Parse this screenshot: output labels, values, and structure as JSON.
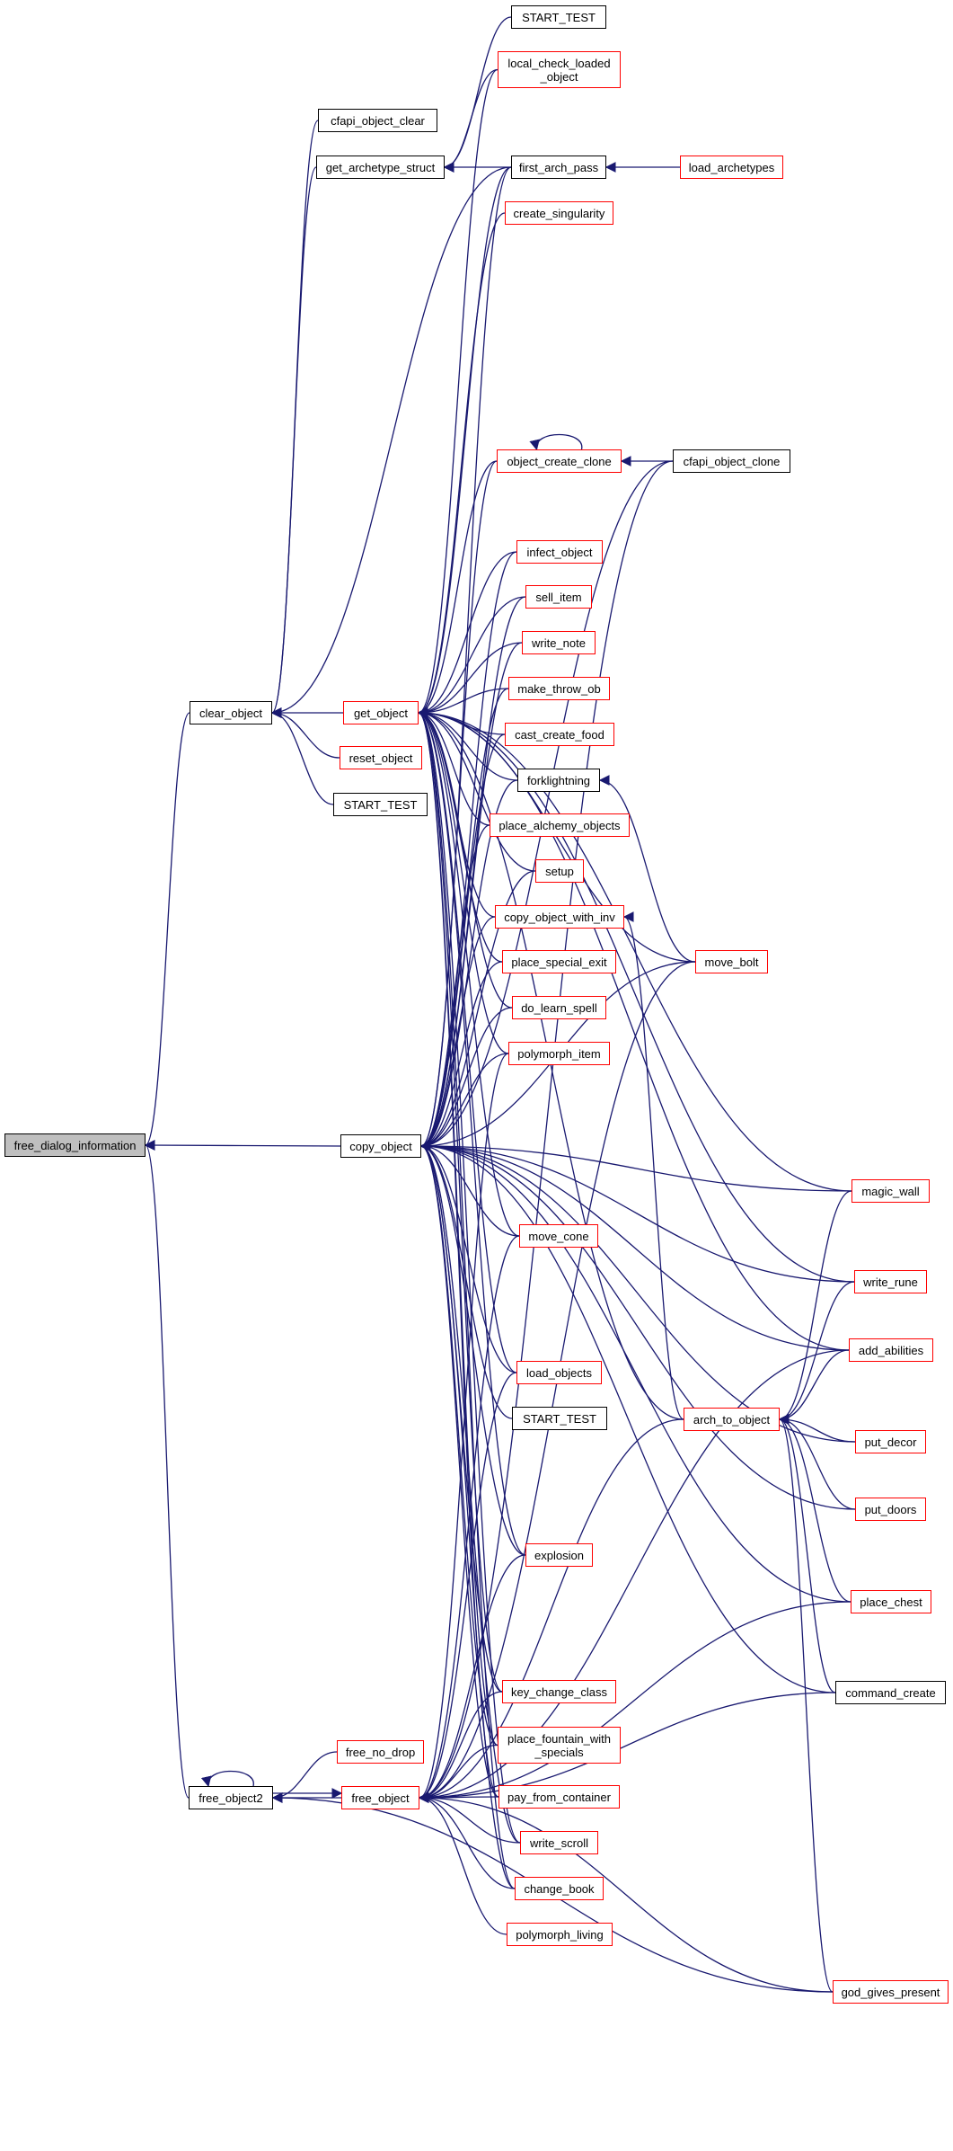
{
  "graph": {
    "type": "call-graph",
    "edge_color": "#191970",
    "colors": {
      "documented_border": "#000000",
      "undocumented_border": "#ff0000",
      "focus_fill": "#bfbfbf"
    },
    "nodes": [
      {
        "id": "free_dialog_information",
        "label": "free_dialog_information",
        "style": "focus"
      },
      {
        "id": "clear_object",
        "label": "clear_object",
        "style": "black"
      },
      {
        "id": "copy_object",
        "label": "copy_object",
        "style": "black"
      },
      {
        "id": "free_object2",
        "label": "free_object2",
        "style": "black"
      },
      {
        "id": "cfapi_object_clear",
        "label": "cfapi_object_clear",
        "style": "black"
      },
      {
        "id": "get_archetype_struct",
        "label": "get_archetype_struct",
        "style": "black"
      },
      {
        "id": "get_object",
        "label": "get_object",
        "style": "red"
      },
      {
        "id": "reset_object",
        "label": "reset_object",
        "style": "red"
      },
      {
        "id": "start_test_1",
        "label": "START_TEST",
        "style": "black"
      },
      {
        "id": "free_no_drop",
        "label": "free_no_drop",
        "style": "red"
      },
      {
        "id": "free_object",
        "label": "free_object",
        "style": "red"
      },
      {
        "id": "start_test_0",
        "label": "START_TEST",
        "style": "black"
      },
      {
        "id": "local_check_loaded_object",
        "label": "local_check_loaded\n_object",
        "style": "red"
      },
      {
        "id": "first_arch_pass",
        "label": "first_arch_pass",
        "style": "black"
      },
      {
        "id": "create_singularity",
        "label": "create_singularity",
        "style": "red"
      },
      {
        "id": "object_create_clone",
        "label": "object_create_clone",
        "style": "red"
      },
      {
        "id": "infect_object",
        "label": "infect_object",
        "style": "red"
      },
      {
        "id": "sell_item",
        "label": "sell_item",
        "style": "red"
      },
      {
        "id": "write_note",
        "label": "write_note",
        "style": "red"
      },
      {
        "id": "make_throw_ob",
        "label": "make_throw_ob",
        "style": "red"
      },
      {
        "id": "cast_create_food",
        "label": "cast_create_food",
        "style": "red"
      },
      {
        "id": "forklightning",
        "label": "forklightning",
        "style": "black"
      },
      {
        "id": "place_alchemy_objects",
        "label": "place_alchemy_objects",
        "style": "red"
      },
      {
        "id": "setup",
        "label": "setup",
        "style": "red"
      },
      {
        "id": "copy_object_with_inv",
        "label": "copy_object_with_inv",
        "style": "red"
      },
      {
        "id": "place_special_exit",
        "label": "place_special_exit",
        "style": "red"
      },
      {
        "id": "do_learn_spell",
        "label": "do_learn_spell",
        "style": "red"
      },
      {
        "id": "polymorph_item",
        "label": "polymorph_item",
        "style": "red"
      },
      {
        "id": "move_cone",
        "label": "move_cone",
        "style": "red"
      },
      {
        "id": "load_objects",
        "label": "load_objects",
        "style": "red"
      },
      {
        "id": "start_test_2",
        "label": "START_TEST",
        "style": "black"
      },
      {
        "id": "explosion",
        "label": "explosion",
        "style": "red"
      },
      {
        "id": "key_change_class",
        "label": "key_change_class",
        "style": "red"
      },
      {
        "id": "place_fountain_with_specials",
        "label": "place_fountain_with\n_specials",
        "style": "red"
      },
      {
        "id": "pay_from_container",
        "label": "pay_from_container",
        "style": "red"
      },
      {
        "id": "write_scroll",
        "label": "write_scroll",
        "style": "red"
      },
      {
        "id": "change_book",
        "label": "change_book",
        "style": "red"
      },
      {
        "id": "polymorph_living",
        "label": "polymorph_living",
        "style": "red"
      },
      {
        "id": "load_archetypes",
        "label": "load_archetypes",
        "style": "red"
      },
      {
        "id": "cfapi_object_clone",
        "label": "cfapi_object_clone",
        "style": "black"
      },
      {
        "id": "move_bolt",
        "label": "move_bolt",
        "style": "red"
      },
      {
        "id": "arch_to_object",
        "label": "arch_to_object",
        "style": "red"
      },
      {
        "id": "magic_wall",
        "label": "magic_wall",
        "style": "red"
      },
      {
        "id": "write_rune",
        "label": "write_rune",
        "style": "red"
      },
      {
        "id": "add_abilities",
        "label": "add_abilities",
        "style": "red"
      },
      {
        "id": "put_decor",
        "label": "put_decor",
        "style": "red"
      },
      {
        "id": "put_doors",
        "label": "put_doors",
        "style": "red"
      },
      {
        "id": "place_chest",
        "label": "place_chest",
        "style": "red"
      },
      {
        "id": "command_create",
        "label": "command_create",
        "style": "black"
      },
      {
        "id": "god_gives_present",
        "label": "god_gives_present",
        "style": "red"
      }
    ],
    "edges": [
      [
        "clear_object",
        "free_dialog_information"
      ],
      [
        "copy_object",
        "free_dialog_information"
      ],
      [
        "free_object2",
        "free_dialog_information"
      ],
      [
        "cfapi_object_clear",
        "clear_object"
      ],
      [
        "get_archetype_struct",
        "clear_object"
      ],
      [
        "get_object",
        "clear_object"
      ],
      [
        "reset_object",
        "clear_object"
      ],
      [
        "start_test_1",
        "clear_object"
      ],
      [
        "first_arch_pass",
        "clear_object"
      ],
      [
        "start_test_0",
        "get_archetype_struct"
      ],
      [
        "local_check_loaded_object",
        "get_archetype_struct"
      ],
      [
        "first_arch_pass",
        "get_archetype_struct"
      ],
      [
        "load_archetypes",
        "first_arch_pass"
      ],
      [
        "local_check_loaded_object",
        "get_object"
      ],
      [
        "first_arch_pass",
        "get_object"
      ],
      [
        "create_singularity",
        "get_object"
      ],
      [
        "object_create_clone",
        "get_object"
      ],
      [
        "infect_object",
        "get_object"
      ],
      [
        "sell_item",
        "get_object"
      ],
      [
        "write_note",
        "get_object"
      ],
      [
        "make_throw_ob",
        "get_object"
      ],
      [
        "cast_create_food",
        "get_object"
      ],
      [
        "forklightning",
        "get_object"
      ],
      [
        "place_alchemy_objects",
        "get_object"
      ],
      [
        "setup",
        "get_object"
      ],
      [
        "copy_object_with_inv",
        "get_object"
      ],
      [
        "place_special_exit",
        "get_object"
      ],
      [
        "do_learn_spell",
        "get_object"
      ],
      [
        "polymorph_item",
        "get_object"
      ],
      [
        "move_cone",
        "get_object"
      ],
      [
        "load_objects",
        "get_object"
      ],
      [
        "explosion",
        "get_object"
      ],
      [
        "key_change_class",
        "get_object"
      ],
      [
        "place_fountain_with_specials",
        "get_object"
      ],
      [
        "pay_from_container",
        "get_object"
      ],
      [
        "write_scroll",
        "get_object"
      ],
      [
        "change_book",
        "get_object"
      ],
      [
        "magic_wall",
        "get_object"
      ],
      [
        "write_rune",
        "get_object"
      ],
      [
        "add_abilities",
        "get_object"
      ],
      [
        "arch_to_object",
        "get_object"
      ],
      [
        "move_bolt",
        "get_object"
      ],
      [
        "object_create_clone",
        "object_create_clone"
      ],
      [
        "cfapi_object_clone",
        "object_create_clone"
      ],
      [
        "move_bolt",
        "forklightning"
      ],
      [
        "arch_to_object",
        "copy_object_with_inv"
      ],
      [
        "first_arch_pass",
        "copy_object"
      ],
      [
        "object_create_clone",
        "copy_object"
      ],
      [
        "infect_object",
        "copy_object"
      ],
      [
        "sell_item",
        "copy_object"
      ],
      [
        "write_note",
        "copy_object"
      ],
      [
        "make_throw_ob",
        "copy_object"
      ],
      [
        "cast_create_food",
        "copy_object"
      ],
      [
        "forklightning",
        "copy_object"
      ],
      [
        "place_alchemy_objects",
        "copy_object"
      ],
      [
        "setup",
        "copy_object"
      ],
      [
        "copy_object_with_inv",
        "copy_object"
      ],
      [
        "place_special_exit",
        "copy_object"
      ],
      [
        "do_learn_spell",
        "copy_object"
      ],
      [
        "polymorph_item",
        "copy_object"
      ],
      [
        "cfapi_object_clone",
        "copy_object"
      ],
      [
        "move_bolt",
        "copy_object"
      ],
      [
        "magic_wall",
        "copy_object"
      ],
      [
        "write_rune",
        "copy_object"
      ],
      [
        "add_abilities",
        "copy_object"
      ],
      [
        "move_cone",
        "copy_object"
      ],
      [
        "load_objects",
        "copy_object"
      ],
      [
        "start_test_2",
        "copy_object"
      ],
      [
        "put_decor",
        "copy_object"
      ],
      [
        "put_doors",
        "copy_object"
      ],
      [
        "explosion",
        "copy_object"
      ],
      [
        "place_chest",
        "copy_object"
      ],
      [
        "command_create",
        "copy_object"
      ],
      [
        "key_change_class",
        "copy_object"
      ],
      [
        "place_fountain_with_specials",
        "copy_object"
      ],
      [
        "pay_from_container",
        "copy_object"
      ],
      [
        "write_scroll",
        "copy_object"
      ],
      [
        "change_book",
        "copy_object"
      ],
      [
        "magic_wall",
        "arch_to_object"
      ],
      [
        "write_rune",
        "arch_to_object"
      ],
      [
        "add_abilities",
        "arch_to_object"
      ],
      [
        "put_decor",
        "arch_to_object"
      ],
      [
        "put_doors",
        "arch_to_object"
      ],
      [
        "place_chest",
        "arch_to_object"
      ],
      [
        "command_create",
        "arch_to_object"
      ],
      [
        "god_gives_present",
        "arch_to_object"
      ],
      [
        "free_object2",
        "free_object2"
      ],
      [
        "free_no_drop",
        "free_object2"
      ],
      [
        "free_object",
        "free_object2"
      ],
      [
        "free_object2",
        "free_object"
      ],
      [
        "god_gives_present",
        "free_object2"
      ],
      [
        "key_change_class",
        "free_object"
      ],
      [
        "place_fountain_with_specials",
        "free_object"
      ],
      [
        "pay_from_container",
        "free_object"
      ],
      [
        "write_scroll",
        "free_object"
      ],
      [
        "change_book",
        "free_object"
      ],
      [
        "polymorph_living",
        "free_object"
      ],
      [
        "explosion",
        "free_object"
      ],
      [
        "load_objects",
        "free_object"
      ],
      [
        "move_cone",
        "free_object"
      ],
      [
        "polymorph_item",
        "free_object"
      ],
      [
        "move_bolt",
        "free_object"
      ],
      [
        "arch_to_object",
        "free_object"
      ],
      [
        "add_abilities",
        "free_object"
      ],
      [
        "place_chest",
        "free_object"
      ],
      [
        "command_create",
        "free_object"
      ],
      [
        "god_gives_present",
        "free_object"
      ],
      [
        "cfapi_object_clone",
        "free_object"
      ]
    ]
  }
}
